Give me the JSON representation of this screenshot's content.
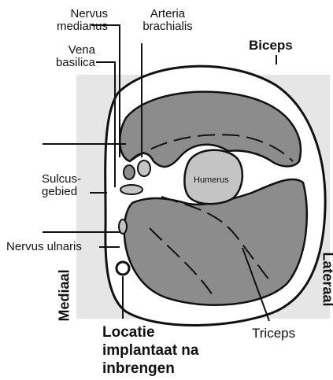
{
  "labels": {
    "nervus_medianus": [
      "Nervus",
      "medianus"
    ],
    "arteria_brachialis": [
      "Arteria",
      "brachialis"
    ],
    "vena_basilica": [
      "Vena",
      "basilica"
    ],
    "biceps": "Biceps",
    "sulcus": [
      "Sulcus-",
      "gebied"
    ],
    "humerus": "Humerus",
    "nervus_ulnaris": "Nervus ulnaris",
    "mediaal": "Mediaal",
    "lateraal": "Lateraal",
    "triceps": "Triceps",
    "implantaat": [
      "Locatie",
      "implantaat na",
      "inbrengen"
    ]
  },
  "colors": {
    "background_panel": "#e6e6e6",
    "muscle": "#8c8c8c",
    "bone": "#c4c4c4",
    "outline": "#111111",
    "skin": "#ffffff"
  }
}
